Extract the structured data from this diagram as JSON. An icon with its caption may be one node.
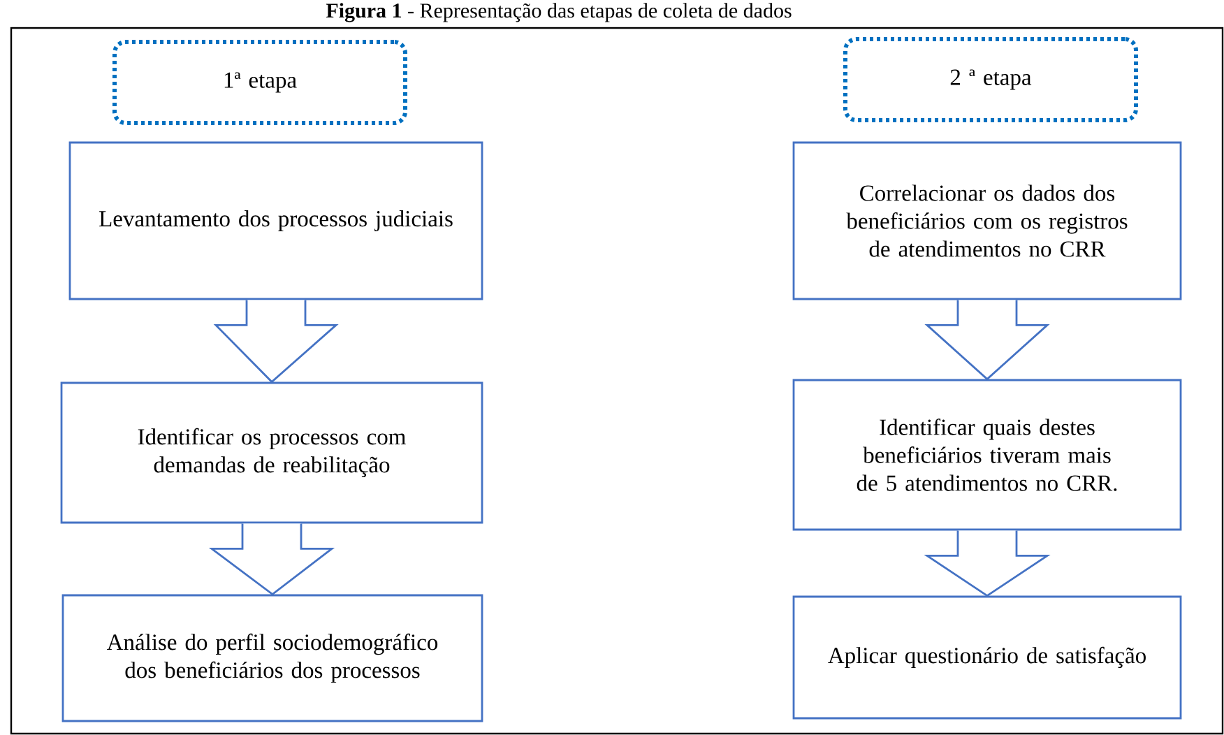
{
  "diagram": {
    "title": "**Figura 1** - Representação das etapas de coleta de dados",
    "nodes": [
      {
        "text": [
          "1ª etapa"
        ]
      },
      {
        "text": [
          "Levantamento dos processos judiciais"
        ]
      },
      {
        "text": [
          "Identificar os processos com demandas de reabilitação"
        ]
      },
      {
        "text": [
          "Análise do perfil sociodemográfico dos beneficiários dos processos"
        ]
      },
      {
        "text": [
          "2 ª etapa"
        ]
      },
      {
        "text": [
          "Correlacionar os dados dos beneficiários com os registros de atendimentos no CRR"
        ]
      },
      {
        "text": [
          "Identificar quais destes beneficiários tiveram mais de 5 atendimentos no CRR."
        ]
      },
      {
        "text": [
          "Aplicar questionário de satisfação"
        ]
      }
    ],
    "edges": [
      {
        "from": 1,
        "to": 2,
        "arrow": "to"
      },
      {
        "from": 2,
        "to": 3,
        "arrow": "to"
      },
      {
        "from": 5,
        "to": 6,
        "arrow": "to"
      },
      {
        "from": 6,
        "to": 7,
        "arrow": "to"
      }
    ]
  }
}
